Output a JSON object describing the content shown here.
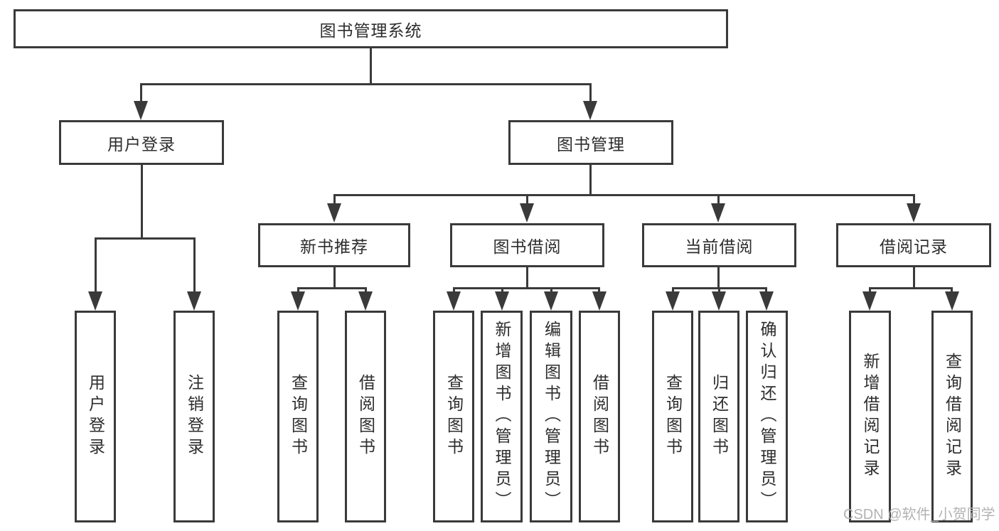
{
  "colors": {
    "line": "#3a3a3a",
    "text": "#2d2d2d",
    "watermark": "#b3b3b3"
  },
  "diagram": {
    "root": {
      "label": "图书管理系统"
    },
    "level2": [
      {
        "label": "用户登录"
      },
      {
        "label": "图书管理"
      }
    ],
    "level3": [
      {
        "label": "新书推荐"
      },
      {
        "label": "图书借阅"
      },
      {
        "label": "当前借阅"
      },
      {
        "label": "借阅记录"
      }
    ],
    "leaves": [
      {
        "label": "用户登录",
        "parent": "用户登录"
      },
      {
        "label": "注销登录",
        "parent": "用户登录"
      },
      {
        "label": "查询图书",
        "parent": "新书推荐"
      },
      {
        "label": "借阅图书",
        "parent": "新书推荐"
      },
      {
        "label": "查询图书",
        "parent": "图书借阅"
      },
      {
        "label": "新增图书（管理员）",
        "parent": "图书借阅"
      },
      {
        "label": "编辑图书（管理员）",
        "parent": "图书借阅"
      },
      {
        "label": "借阅图书",
        "parent": "图书借阅"
      },
      {
        "label": "查询图书",
        "parent": "当前借阅"
      },
      {
        "label": "归还图书",
        "parent": "当前借阅"
      },
      {
        "label": "确认归还（管理员）",
        "parent": "当前借阅"
      },
      {
        "label": "新增借阅记录",
        "parent": "借阅记录"
      },
      {
        "label": "查询借阅记录",
        "parent": "借阅记录"
      }
    ]
  },
  "watermark": {
    "text": "CSDN @软件_小贺同学"
  }
}
